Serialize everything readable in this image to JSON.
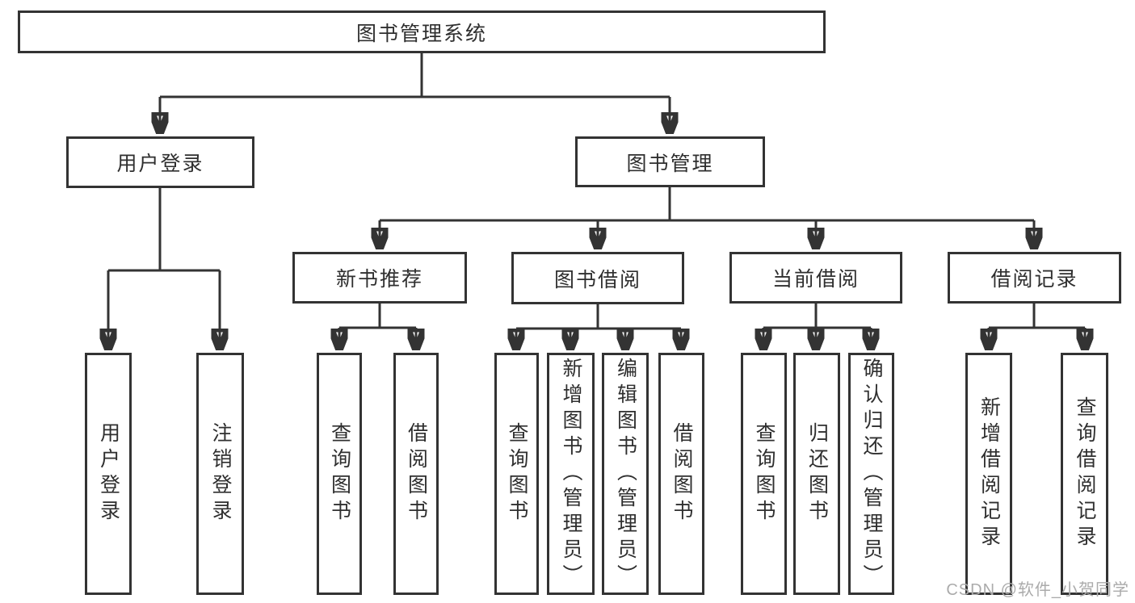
{
  "diagram": {
    "root": "图书管理系统",
    "branches": [
      {
        "label": "用户登录",
        "children": [
          "用户登录",
          "注销登录"
        ]
      },
      {
        "label": "图书管理",
        "children": [
          {
            "label": "新书推荐",
            "children": [
              "查询图书",
              "借阅图书"
            ]
          },
          {
            "label": "图书借阅",
            "children": [
              "查询图书",
              "新增图书（管理员）",
              "编辑图书（管理员）",
              "借阅图书"
            ]
          },
          {
            "label": "当前借阅",
            "children": [
              "查询图书",
              "归还图书",
              "确认归还（管理员）"
            ]
          },
          {
            "label": "借阅记录",
            "children": [
              "新增借阅记录",
              "查询借阅记录"
            ]
          }
        ]
      }
    ]
  },
  "watermark": {
    "text": "CSDN @软件_小贺同学"
  },
  "colors": {
    "line": "#333333",
    "text": "#2f2f2f",
    "watermark": "#ababab",
    "background": "#ffffff"
  }
}
